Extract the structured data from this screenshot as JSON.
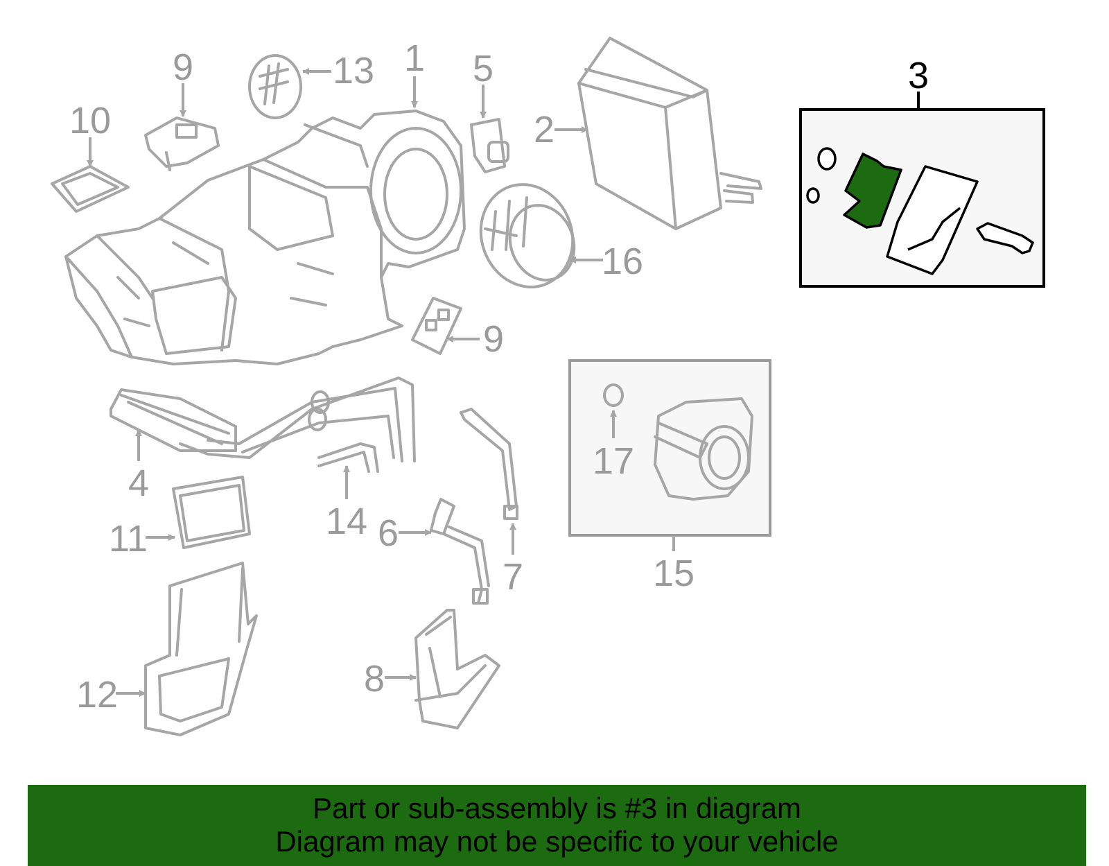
{
  "callouts": {
    "c1": "1",
    "c2": "2",
    "c3": "3",
    "c4": "4",
    "c5": "5",
    "c6": "6",
    "c7": "7",
    "c8": "8",
    "c9a": "9",
    "c9b": "9",
    "c10": "10",
    "c11": "11",
    "c12": "12",
    "c13": "13",
    "c14": "14",
    "c15": "15",
    "c16": "16",
    "c17": "17"
  },
  "banner": {
    "line1": "Part or sub-assembly is #3 in diagram",
    "line2": "Diagram may not be specific to your vehicle"
  },
  "colors": {
    "highlight": "#1d6b10",
    "part_stroke": "#a6a6a6",
    "main_stroke": "#000000"
  }
}
